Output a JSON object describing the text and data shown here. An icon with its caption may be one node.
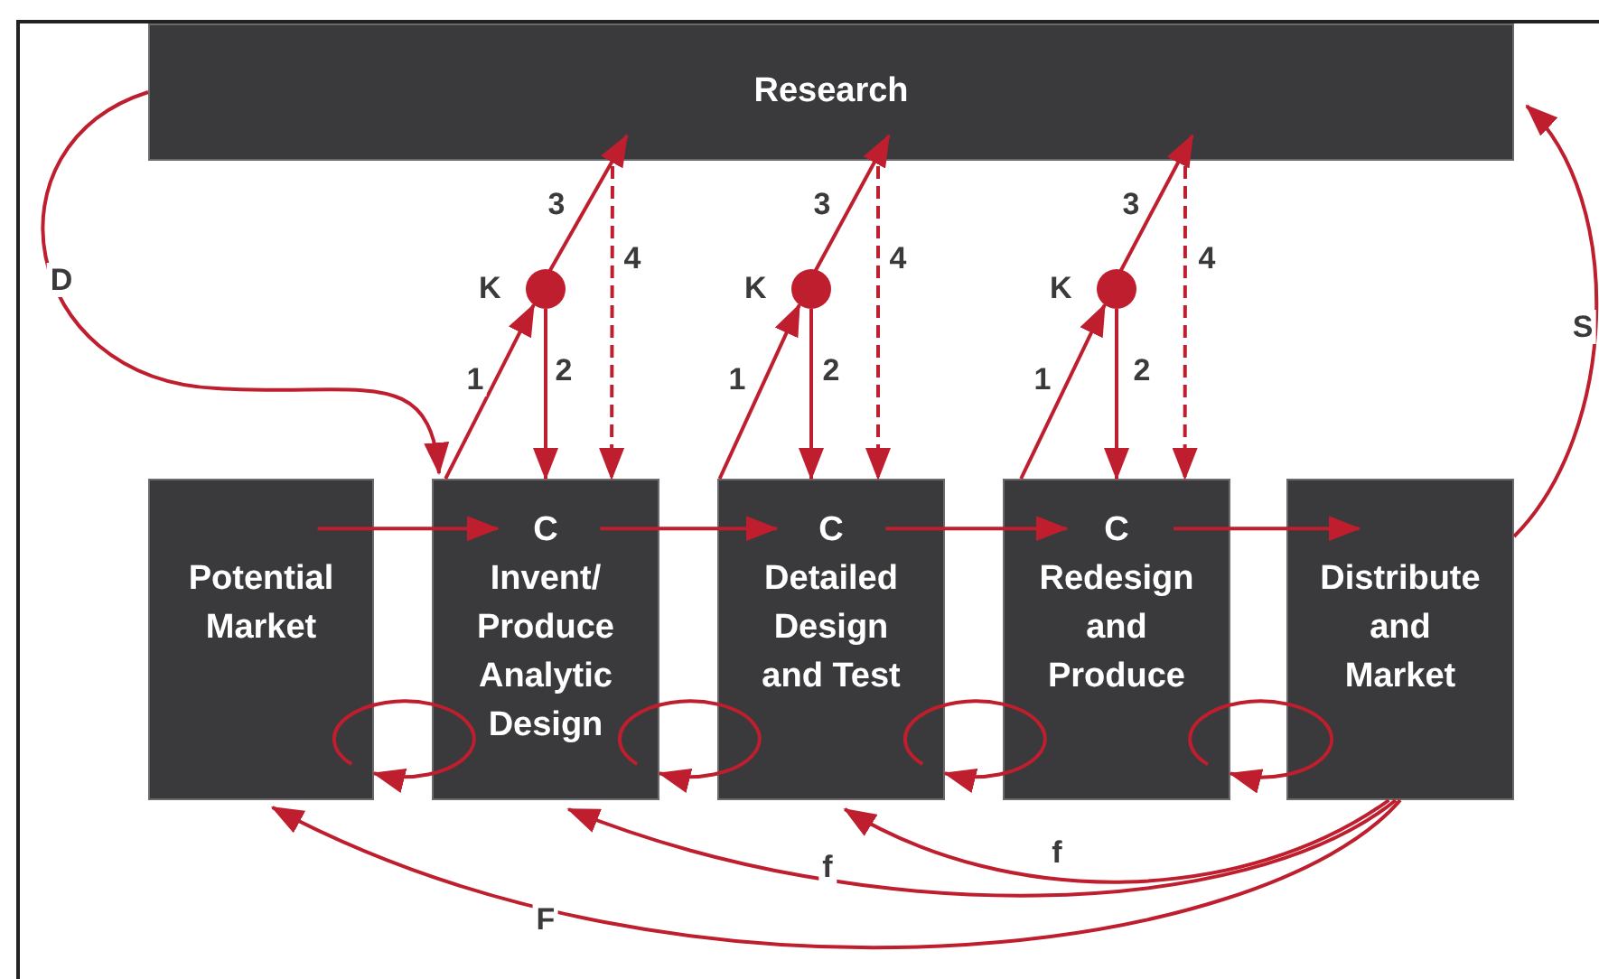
{
  "diagram": {
    "nodes": [
      {
        "text": [
          "Research"
        ]
      },
      {
        "text": [
          "Potential Market"
        ]
      },
      {
        "text": [
          "C",
          "Invent/ Produce Analytic Design"
        ]
      },
      {
        "text": [
          "C",
          "Detailed Design and Test"
        ]
      },
      {
        "text": [
          "C",
          "Redesign and Produce"
        ]
      },
      {
        "text": [
          "Distribute and Market"
        ]
      },
      {
        "text": [],
        "shape": "circle",
        "beside": [
          "K"
        ]
      },
      {
        "text": [],
        "shape": "circle",
        "beside": [
          "K"
        ]
      },
      {
        "text": [],
        "shape": "circle",
        "beside": [
          "K"
        ]
      }
    ],
    "edges": [
      {
        "from": 0,
        "to": 2,
        "arrow": "to",
        "label": "D"
      },
      {
        "from": 1,
        "to": 2,
        "arrow": "to"
      },
      {
        "from": 2,
        "to": 3,
        "arrow": "to"
      },
      {
        "from": 3,
        "to": 4,
        "arrow": "to"
      },
      {
        "from": 4,
        "to": 5,
        "arrow": "to"
      },
      {
        "from": 2,
        "to": 6,
        "arrow": "to",
        "label": "1"
      },
      {
        "from": 6,
        "to": 2,
        "arrow": "to",
        "label": "2"
      },
      {
        "from": 6,
        "to": 0,
        "arrow": "to",
        "label": "3"
      },
      {
        "from": 0,
        "to": 2,
        "arrow": "to",
        "label": "4",
        "style": "dashed"
      },
      {
        "from": 3,
        "to": 7,
        "arrow": "to",
        "label": "1"
      },
      {
        "from": 7,
        "to": 3,
        "arrow": "to",
        "label": "2"
      },
      {
        "from": 7,
        "to": 0,
        "arrow": "to",
        "label": "3"
      },
      {
        "from": 0,
        "to": 3,
        "arrow": "to",
        "label": "4",
        "style": "dashed"
      },
      {
        "from": 4,
        "to": 8,
        "arrow": "to",
        "label": "1"
      },
      {
        "from": 8,
        "to": 4,
        "arrow": "to",
        "label": "2"
      },
      {
        "from": 8,
        "to": 0,
        "arrow": "to",
        "label": "3"
      },
      {
        "from": 0,
        "to": 4,
        "arrow": "to",
        "label": "4",
        "style": "dashed"
      },
      {
        "from": 2,
        "to": 1,
        "arrow": "to"
      },
      {
        "from": 3,
        "to": 2,
        "arrow": "to"
      },
      {
        "from": 4,
        "to": 3,
        "arrow": "to"
      },
      {
        "from": 5,
        "to": 4,
        "arrow": "to"
      },
      {
        "from": 5,
        "to": 1,
        "arrow": "to",
        "label": "F"
      },
      {
        "from": 5,
        "to": 2,
        "arrow": "to",
        "label": "f"
      },
      {
        "from": 5,
        "to": 3,
        "arrow": "to",
        "label": "f"
      },
      {
        "from": 5,
        "to": 0,
        "arrow": "to",
        "label": "S"
      }
    ]
  }
}
